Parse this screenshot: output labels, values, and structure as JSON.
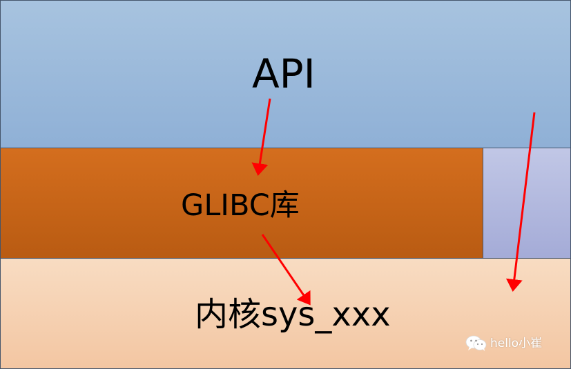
{
  "layers": {
    "api": {
      "label": "API",
      "color": "#9dbbdc"
    },
    "glibc": {
      "label": "GLIBC库",
      "color": "#c8641a"
    },
    "side": {
      "label": "",
      "color": "#b3b9df"
    },
    "kernel": {
      "label": "内核sys_xxx",
      "color": "#f5d1b2"
    }
  },
  "arrows": {
    "color": "#ff0000",
    "items": [
      {
        "from": "api",
        "to": "glibc"
      },
      {
        "from": "glibc",
        "to": "kernel"
      },
      {
        "from": "api",
        "to": "kernel"
      }
    ]
  },
  "watermark": {
    "icon": "wechat-icon",
    "text": "hello小崔"
  }
}
